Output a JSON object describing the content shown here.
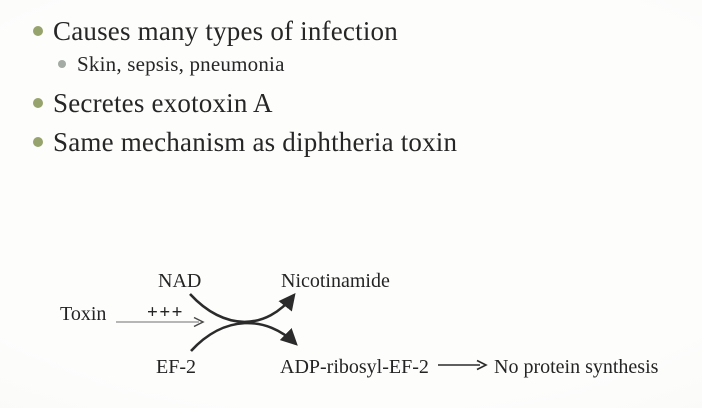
{
  "slide": {
    "background_color": "#fbfbf9",
    "text_color": "#262626",
    "bullet_color_level1": "#97a36c",
    "bullet_color_level2": "#a3aba4",
    "line_color": "#2b2b2b"
  },
  "bullets": [
    {
      "level": 1,
      "text": "Causes many types of infection"
    },
    {
      "level": 2,
      "text": "Skin, sepsis, pneumonia"
    },
    {
      "level": 1,
      "text": "Secretes exotoxin A"
    },
    {
      "level": 1,
      "text": "Same mechanism as diphtheria toxin"
    }
  ],
  "diagram": {
    "toxin_label": "Toxin",
    "catalysis_label": "+++",
    "substrate_top": "NAD",
    "product_top": "Nicotinamide",
    "substrate_bottom": "EF-2",
    "product_bottom": "ADP-ribosyl-EF-2",
    "result_label": "No protein synthesis"
  }
}
